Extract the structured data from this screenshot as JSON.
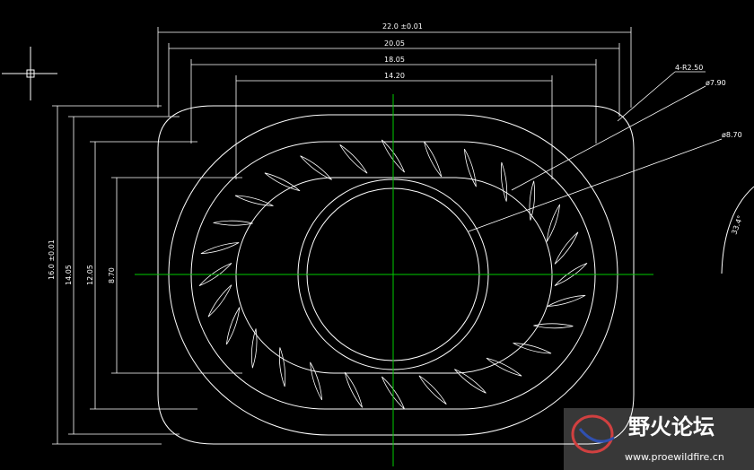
{
  "drawing": {
    "background": "#000000",
    "line_color": "#ffffff",
    "center_line_color": "#00cc00",
    "dimensions": {
      "top_overall": "22.0 ±0.01",
      "top_1": "20.05",
      "top_2": "18.05",
      "top_3": "14.20",
      "left_overall": "16.0 ±0.01",
      "left_1": "14.05",
      "left_2": "12.05",
      "left_3": "8.70",
      "corner_radius": "4-R2.50",
      "diameter_1": "ø7.90",
      "diameter_2": "ø8.70",
      "angle": "33.4°"
    }
  },
  "watermark": {
    "title": "野火论坛",
    "url": "www.proewildfire.cn",
    "logo_colors": [
      "#d04040",
      "#3050b0"
    ]
  }
}
